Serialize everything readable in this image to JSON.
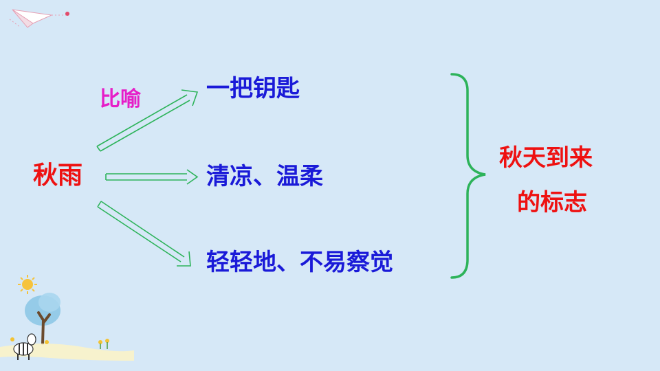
{
  "diagram": {
    "subject": "秋雨",
    "relation": "比喻",
    "items": [
      "一把钥匙",
      "清凉、温柔",
      "轻轻地、不易察觉"
    ],
    "result": [
      "秋天到来",
      "的标志"
    ]
  },
  "colors": {
    "background": "#d6e8f7",
    "subject": "#ee1111",
    "relation": "#e61ec8",
    "items": "#1a1ad8",
    "arrows": "#2db35a",
    "brace": "#2db35a",
    "result": "#ee1111"
  },
  "icons": [
    "paper-plane-icon",
    "sun-icon",
    "tree-icon",
    "zebra-icon",
    "flowers-icon"
  ]
}
